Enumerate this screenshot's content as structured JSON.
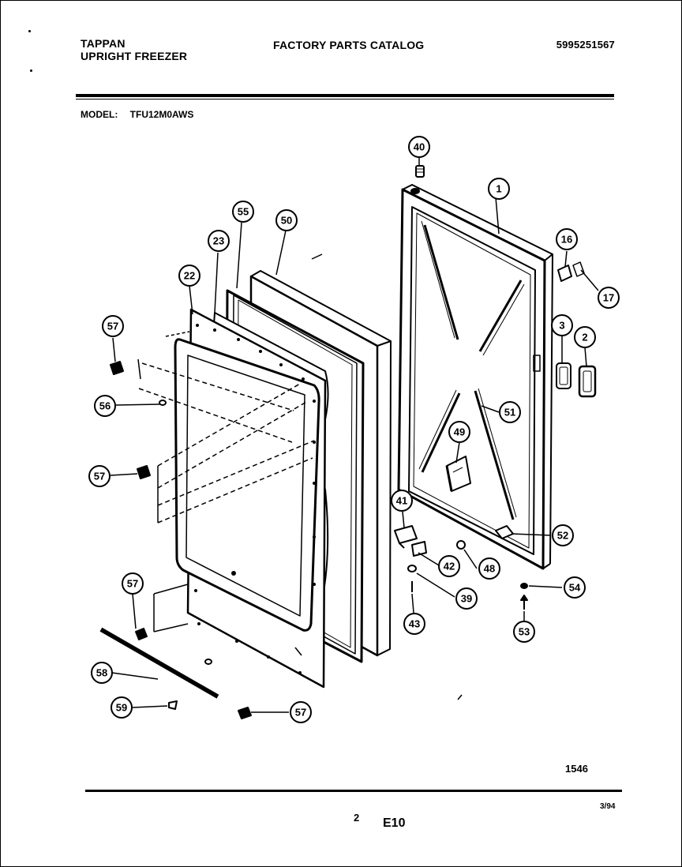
{
  "header": {
    "brand": "TAPPAN",
    "product": "UPRIGHT FREEZER",
    "title": "FACTORY PARTS CATALOG",
    "catalog_number": "5995251567"
  },
  "model": {
    "label": "MODEL:",
    "value": "TFU12M0AWS"
  },
  "callouts": [
    "40",
    "1",
    "55",
    "50",
    "23",
    "22",
    "16",
    "17",
    "57",
    "3",
    "2",
    "56",
    "51",
    "49",
    "57",
    "41",
    "52",
    "42",
    "48",
    "57",
    "39",
    "54",
    "43",
    "53",
    "58",
    "59",
    "57"
  ],
  "footer": {
    "drawing_number": "1546",
    "page": "2",
    "section": "E10",
    "date": "3/94"
  }
}
